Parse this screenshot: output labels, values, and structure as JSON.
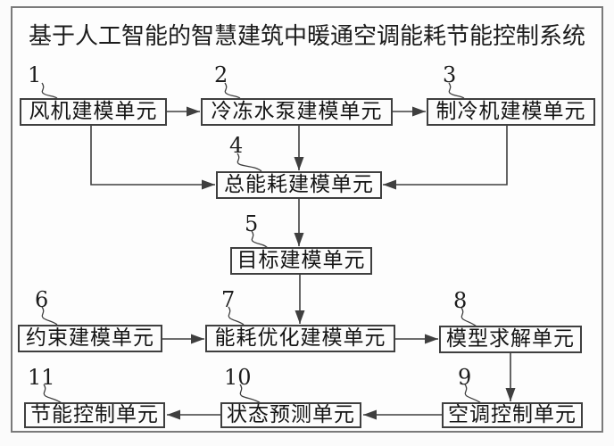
{
  "title": "基于人工智能的智慧建筑中暖通空调能耗节能控制系统",
  "units": [
    {
      "num": "1",
      "label": "风机建模单元"
    },
    {
      "num": "2",
      "label": "冷冻水泵建模单元"
    },
    {
      "num": "3",
      "label": "制冷机建模单元"
    },
    {
      "num": "4",
      "label": "总能耗建模单元"
    },
    {
      "num": "5",
      "label": "目标建模单元"
    },
    {
      "num": "6",
      "label": "约束建模单元"
    },
    {
      "num": "7",
      "label": "能耗优化建模单元"
    },
    {
      "num": "8",
      "label": "模型求解单元"
    },
    {
      "num": "9",
      "label": "空调控制单元"
    },
    {
      "num": "10",
      "label": "状态预测单元"
    },
    {
      "num": "11",
      "label": "节能控制单元"
    }
  ],
  "colors": {
    "line": "#3f3f3f",
    "frame_border": "#7a7a7a",
    "text": "#1c1c1c",
    "background": "#fbfbfb"
  }
}
